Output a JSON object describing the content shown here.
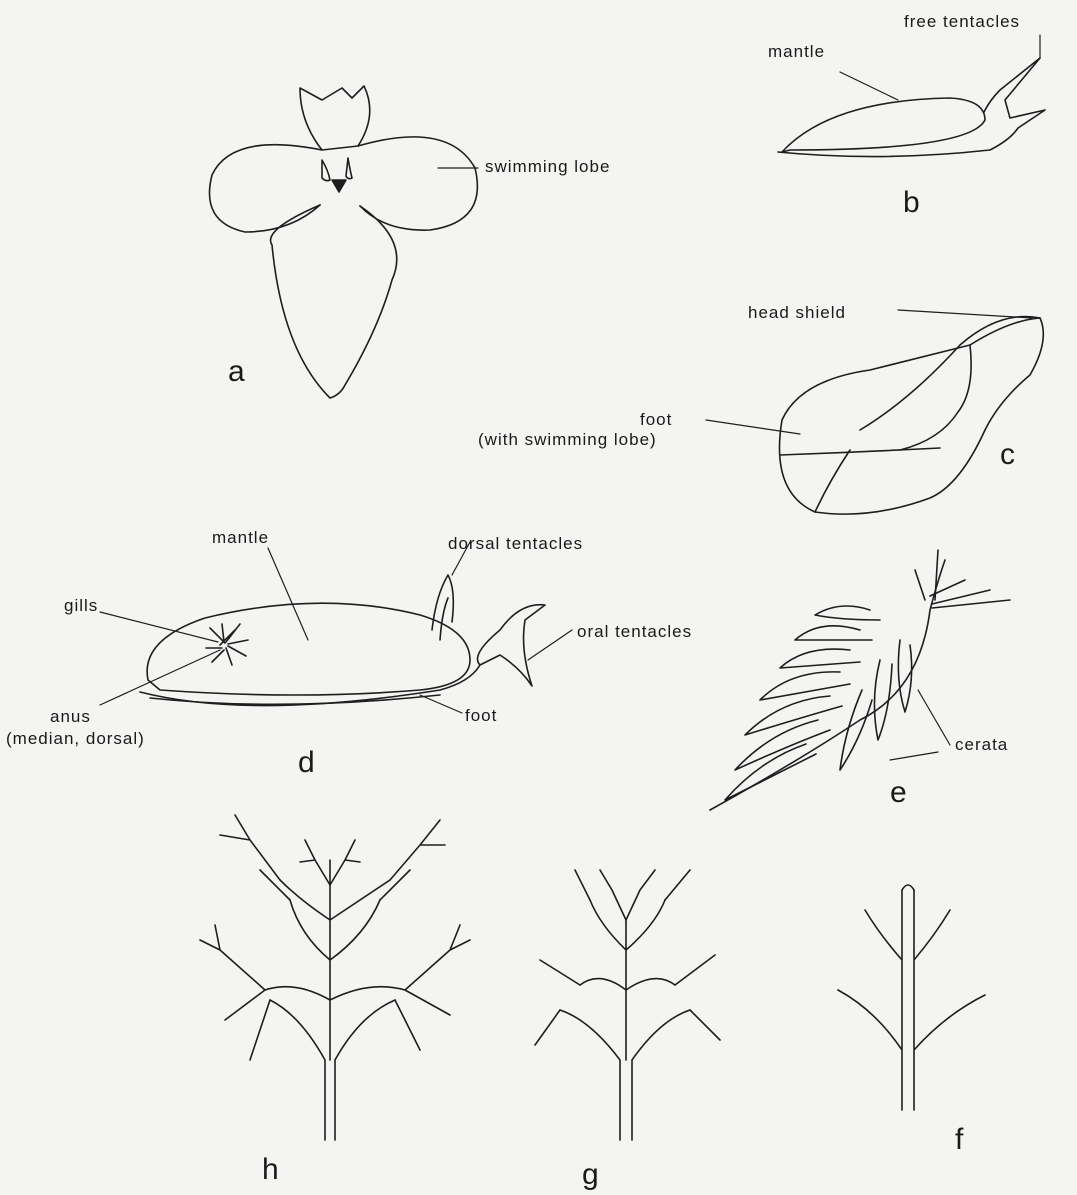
{
  "figure": {
    "panels": {
      "a": "a",
      "b": "b",
      "c": "c",
      "d": "d",
      "e": "e",
      "f": "f",
      "g": "g",
      "h": "h"
    },
    "labels": {
      "a_swimming_lobe": "swimming lobe",
      "b_free_tentacles": "free tentacles",
      "b_mantle": "mantle",
      "c_head_shield": "head shield",
      "c_foot_line1": "foot",
      "c_foot_line2": "(with swimming lobe)",
      "d_mantle": "mantle",
      "d_dorsal_tentacles": "dorsal tentacles",
      "d_gills": "gills",
      "d_oral_tentacles": "oral tentacles",
      "d_anus_line1": "anus",
      "d_anus_line2": "(median, dorsal)",
      "d_foot": "foot",
      "e_cerata": "cerata"
    }
  }
}
